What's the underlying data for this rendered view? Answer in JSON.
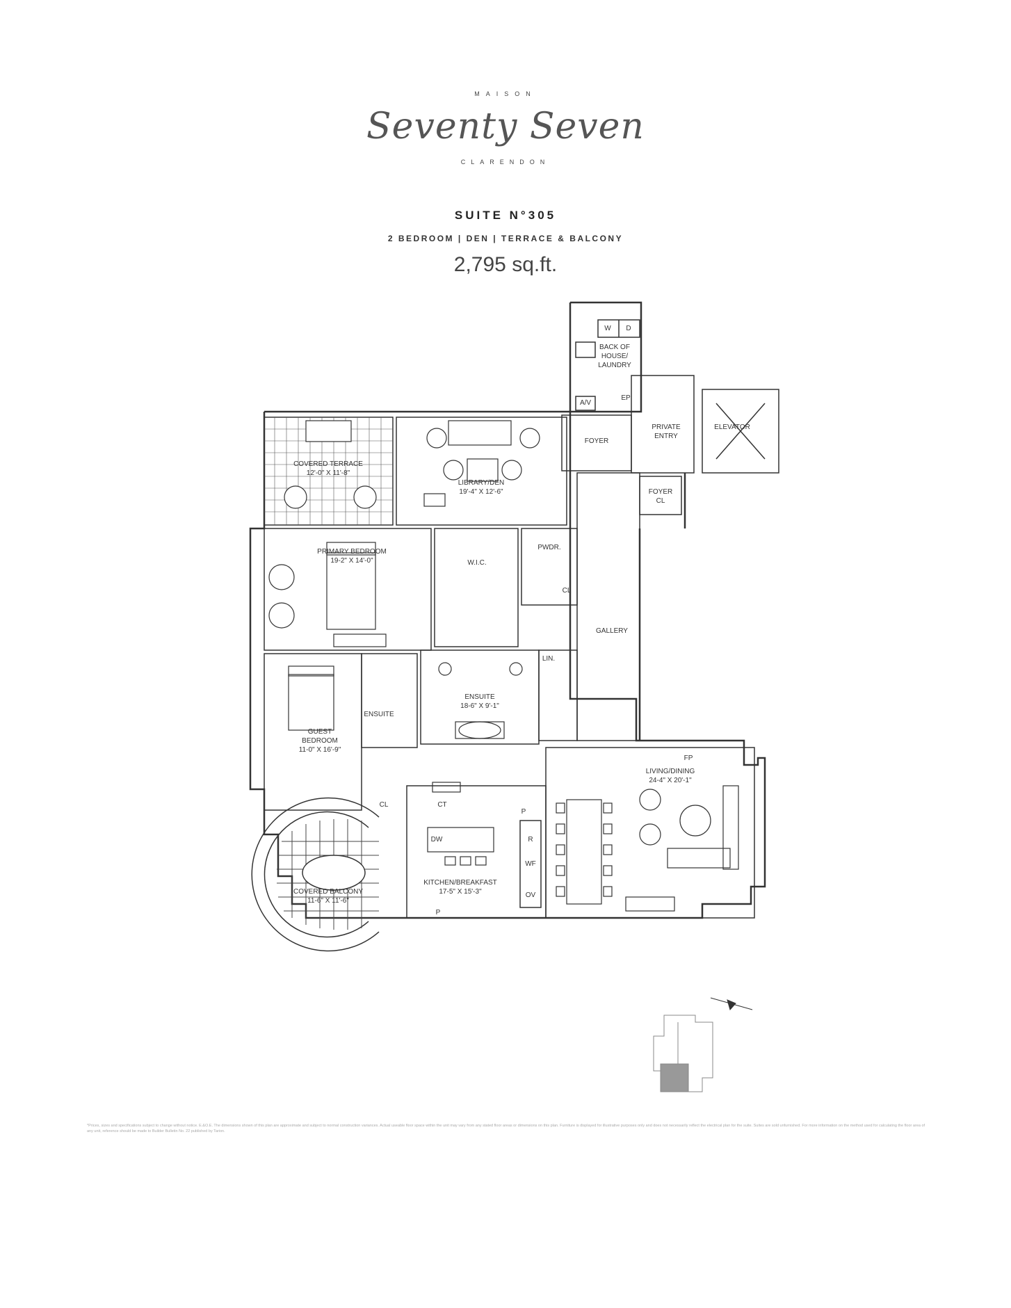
{
  "brand": {
    "top_word": "MAISON",
    "script_name": "Seventy Seven",
    "bottom_word": "CLARENDON"
  },
  "suite": {
    "title": "SUITE N°305",
    "subtitle": "2 BEDROOM | DEN | TERRACE & BALCONY",
    "area": "2,795 sq.ft."
  },
  "rooms": {
    "laundry": [
      "BACK OF",
      "HOUSE/",
      "LAUNDRY"
    ],
    "laundry_w": "W",
    "laundry_d": "D",
    "av": "A/V",
    "ep": "EP",
    "foyer": "FOYER",
    "private_entry": [
      "PRIVATE",
      "ENTRY"
    ],
    "elevator": "ELEVATOR",
    "foyer_cl": [
      "FOYER",
      "CL"
    ],
    "covered_terrace": [
      "COVERED TERRACE",
      "12'-0\" X 11'-8\""
    ],
    "library": [
      "LIBRARY/DEN",
      "19'-4\" X 12'-6\""
    ],
    "primary_bedroom": [
      "PRIMARY BEDROOM",
      "19-2\" X 14'-0\""
    ],
    "wic": "W.I.C.",
    "pwdr": "PWDR.",
    "cl": "CL",
    "gallery": "GALLERY",
    "lin": "LIN.",
    "ensuite_main": [
      "ENSUITE",
      "18-6\" X 9'-1\""
    ],
    "ensuite_guest": "ENSUITE",
    "guest_bedroom": [
      "GUEST",
      "BEDROOM",
      "11-0\" X 16'-9\""
    ],
    "living": [
      "LIVING/DINING",
      "24-4\" X 20'-1\""
    ],
    "fp": "FP",
    "ct": "CT",
    "cl2": "CL",
    "p_top": "P",
    "p_bottom": "P",
    "dw": "DW",
    "r": "R",
    "wf": "WF",
    "ov": "OV",
    "kitchen": [
      "KITCHEN/BREAKFAST",
      "17-5\" X 15'-3\""
    ],
    "covered_balcony": [
      "COVERED BALCONY",
      "11-6\" X 11'-6\""
    ]
  },
  "disclaimer": "*Prices, sizes and specifications subject to change without notice. E.&O.E. The dimensions shown of this plan are approximate and subject to normal construction variances. Actual useable floor space within the unit may vary from any stated floor areas or dimensions on this plan. Furniture is displayed for illustrative purposes only and does not necessarily reflect the electrical plan for the suite. Suites are sold unfurnished. For more information on the method used for calculating the floor area of any unit, reference should be made to Builder Bulletin No. 22 published by Tarion.",
  "colors": {
    "line": "#333333",
    "keyplan_highlight": "#999999",
    "keyplan_outline": "#888888"
  }
}
